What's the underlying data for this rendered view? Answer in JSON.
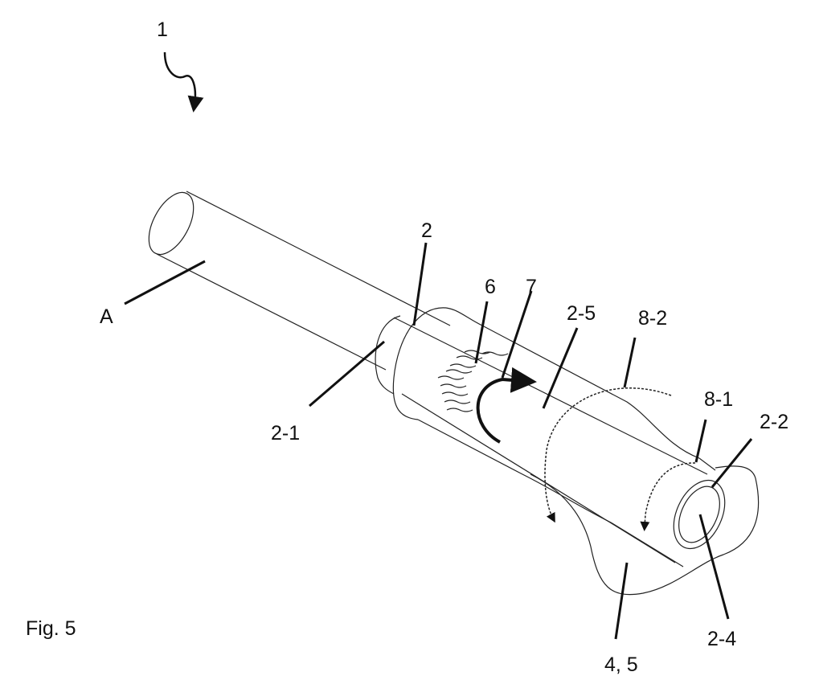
{
  "figure": {
    "caption": "Fig. 5",
    "labels": {
      "device": "1",
      "axis": "A",
      "sleeve": "2",
      "sleeve_end": "2-1",
      "texture": "6",
      "rotation": "7",
      "sleeve_surface": "2-5",
      "rotation_outer": "8-2",
      "rotation_inner": "8-1",
      "tip": "2-2",
      "tip_bore": "2-4",
      "hand": "4, 5"
    }
  }
}
